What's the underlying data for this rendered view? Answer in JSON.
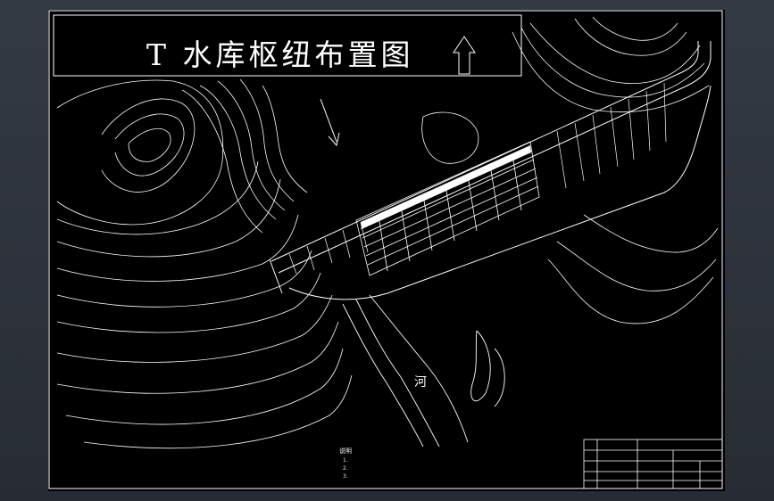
{
  "drawing": {
    "title": "T 水库枢纽布置图",
    "river_label": "河",
    "notes": {
      "heading": "说明",
      "items": [
        "1.  ",
        "2.  ",
        "3.  "
      ]
    },
    "title_block": {
      "company": "",
      "drawing_name": "",
      "scale": ""
    }
  },
  "icons": [
    "north-arrow-icon",
    "flow-direction-arrow-icon"
  ],
  "colors": {
    "background": "#000000",
    "linework": "#ffffff",
    "viewport": "#2c323b"
  }
}
